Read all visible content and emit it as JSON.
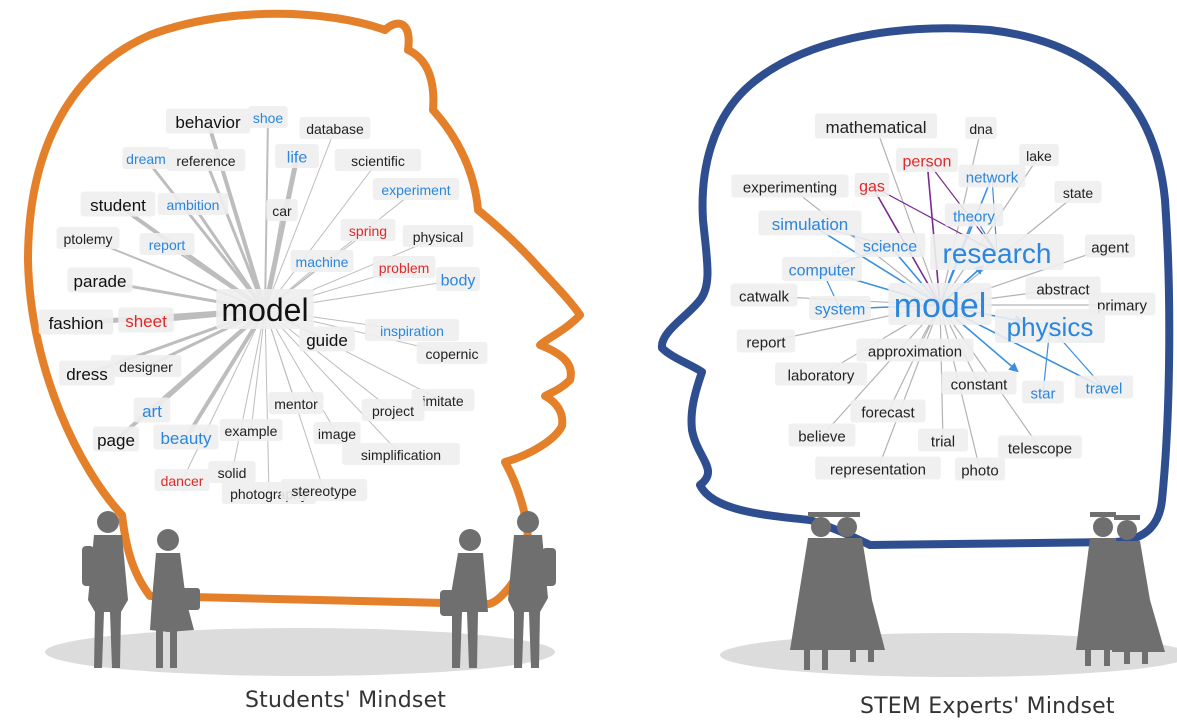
{
  "colors": {
    "students_outline": "#e5802a",
    "experts_outline": "#2e4e8f",
    "people": "#6f6f6f",
    "shadow": "#d9d9d9",
    "edge_students": "#bdbdbd",
    "edge_experts": "#b3b3b3",
    "edge_blue": "#3a8fe0",
    "edge_purple": "#7b2a90",
    "word_black": "#111111",
    "word_blue": "#2a86de",
    "word_red": "#e02a2a",
    "label_bg": "#eeeeee"
  },
  "students": {
    "caption": "Students' Mindset",
    "center": {
      "label": "model",
      "color": "black"
    },
    "words": [
      {
        "label": "behavior",
        "color": "black"
      },
      {
        "label": "shoe",
        "color": "blue"
      },
      {
        "label": "database",
        "color": "dark"
      },
      {
        "label": "dream",
        "color": "blue"
      },
      {
        "label": "reference",
        "color": "dark"
      },
      {
        "label": "life",
        "color": "blue"
      },
      {
        "label": "scientific",
        "color": "dark"
      },
      {
        "label": "experiment",
        "color": "blue"
      },
      {
        "label": "student",
        "color": "black"
      },
      {
        "label": "ambition",
        "color": "blue"
      },
      {
        "label": "car",
        "color": "dark"
      },
      {
        "label": "spring",
        "color": "red"
      },
      {
        "label": "physical",
        "color": "dark"
      },
      {
        "label": "ptolemy",
        "color": "dark"
      },
      {
        "label": "report",
        "color": "blue"
      },
      {
        "label": "machine",
        "color": "blue"
      },
      {
        "label": "problem",
        "color": "red"
      },
      {
        "label": "body",
        "color": "blue"
      },
      {
        "label": "parade",
        "color": "black"
      },
      {
        "label": "fashion",
        "color": "black"
      },
      {
        "label": "sheet",
        "color": "red"
      },
      {
        "label": "inspiration",
        "color": "blue"
      },
      {
        "label": "guide",
        "color": "black"
      },
      {
        "label": "copernic",
        "color": "dark"
      },
      {
        "label": "dress",
        "color": "black"
      },
      {
        "label": "designer",
        "color": "dark"
      },
      {
        "label": "mentor",
        "color": "dark"
      },
      {
        "label": "imitate",
        "color": "dark"
      },
      {
        "label": "project",
        "color": "dark"
      },
      {
        "label": "art",
        "color": "blue"
      },
      {
        "label": "image",
        "color": "dark"
      },
      {
        "label": "page",
        "color": "black"
      },
      {
        "label": "beauty",
        "color": "blue"
      },
      {
        "label": "example",
        "color": "dark"
      },
      {
        "label": "simplification",
        "color": "dark"
      },
      {
        "label": "solid",
        "color": "dark"
      },
      {
        "label": "dancer",
        "color": "red"
      },
      {
        "label": "photography",
        "color": "dark"
      },
      {
        "label": "stereotype",
        "color": "dark"
      }
    ]
  },
  "experts": {
    "caption": "STEM Experts' Mindset",
    "center": {
      "label": "model",
      "color": "blue"
    },
    "words": [
      {
        "label": "mathematical",
        "color": "dark"
      },
      {
        "label": "dna",
        "color": "dark"
      },
      {
        "label": "person",
        "color": "red"
      },
      {
        "label": "lake",
        "color": "dark"
      },
      {
        "label": "experimenting",
        "color": "dark"
      },
      {
        "label": "gas",
        "color": "red"
      },
      {
        "label": "network",
        "color": "blue"
      },
      {
        "label": "state",
        "color": "dark"
      },
      {
        "label": "simulation",
        "color": "blue"
      },
      {
        "label": "theory",
        "color": "blue"
      },
      {
        "label": "science",
        "color": "blue"
      },
      {
        "label": "research",
        "color": "blue"
      },
      {
        "label": "agent",
        "color": "dark"
      },
      {
        "label": "computer",
        "color": "blue"
      },
      {
        "label": "catwalk",
        "color": "dark"
      },
      {
        "label": "abstract",
        "color": "dark"
      },
      {
        "label": "system",
        "color": "blue"
      },
      {
        "label": "primary",
        "color": "dark"
      },
      {
        "label": "physics",
        "color": "blue"
      },
      {
        "label": "report",
        "color": "dark"
      },
      {
        "label": "approximation",
        "color": "dark"
      },
      {
        "label": "laboratory",
        "color": "dark"
      },
      {
        "label": "constant",
        "color": "dark"
      },
      {
        "label": "star",
        "color": "blue"
      },
      {
        "label": "travel",
        "color": "blue"
      },
      {
        "label": "forecast",
        "color": "dark"
      },
      {
        "label": "believe",
        "color": "dark"
      },
      {
        "label": "trial",
        "color": "dark"
      },
      {
        "label": "telescope",
        "color": "dark"
      },
      {
        "label": "representation",
        "color": "dark"
      },
      {
        "label": "photo",
        "color": "dark"
      }
    ]
  }
}
